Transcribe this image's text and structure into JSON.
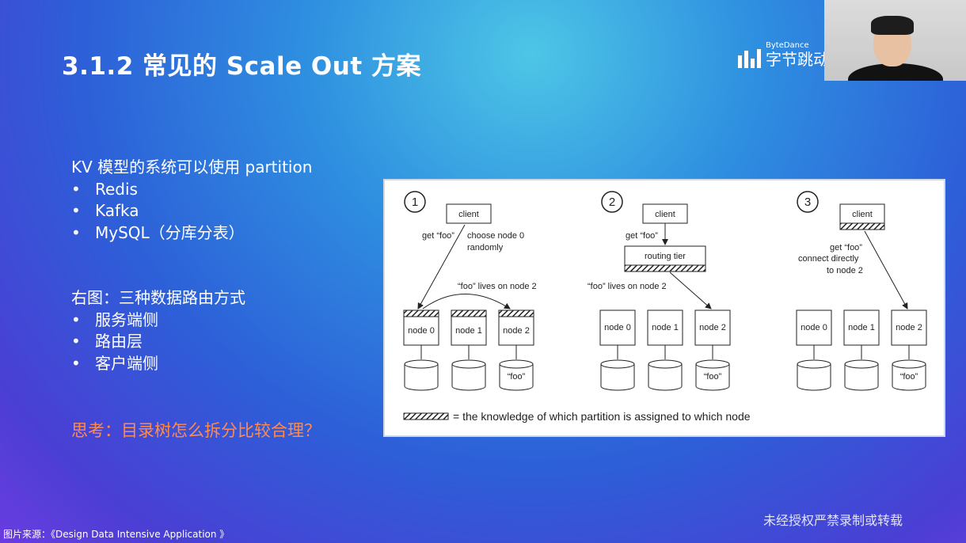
{
  "slide": {
    "title": "3.1.2 常见的 Scale Out 方案",
    "logo_small": "ByteDance",
    "logo_big": "字节跳动",
    "intro": "KV 模型的系统可以使用 partition",
    "systems": [
      "Redis",
      "Kafka",
      "MySQL（分库分表）"
    ],
    "diagram_caption": "右图：三种数据路由方式",
    "routing_modes": [
      "服务端侧",
      "路由层",
      "客户端侧"
    ],
    "question": "思考：目录树怎么拆分比较合理？",
    "footer": "图片来源：《Design Data Intensive Application 》",
    "watermark": "未经授权严禁录制或转载",
    "colors": {
      "question": "#ff8a50",
      "text": "#ffffff"
    }
  },
  "diagram": {
    "num1": "1",
    "num2": "2",
    "num3": "3",
    "client": "client",
    "get_foo": "get “foo”",
    "choose_node": "choose node 0",
    "randomly": "randomly",
    "lives_on_node2": "“foo” lives on node 2",
    "routing_tier": "routing tier",
    "connect_directly": "connect directly",
    "to_node2": "to node 2",
    "node0": "node 0",
    "node1": "node 1",
    "node2": "node 2",
    "foo": "“foo”",
    "legend": "= the knowledge of which partition is assigned to which node"
  }
}
